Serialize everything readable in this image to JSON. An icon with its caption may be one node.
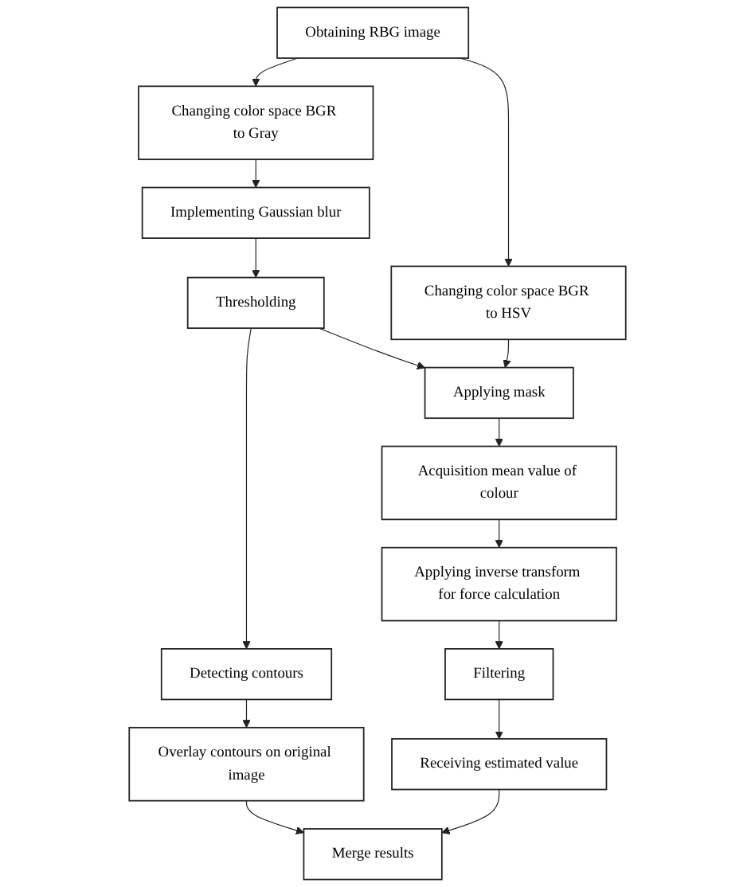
{
  "diagram": {
    "nodes": [
      {
        "text": [
          "Obtaining RBG image"
        ]
      },
      {
        "text": [
          "Changing color space BGR to Gray"
        ]
      },
      {
        "text": [
          "Changing color space BGR to HSV"
        ]
      },
      {
        "text": [
          "Implementing Gaussian blur"
        ]
      },
      {
        "text": [
          "Thresholding"
        ]
      },
      {
        "text": [
          "Detecting contours"
        ]
      },
      {
        "text": [
          "Applying mask"
        ]
      },
      {
        "text": [
          "Acquisition mean value of colour"
        ]
      },
      {
        "text": [
          "Applying inverse transform for force calculation"
        ]
      },
      {
        "text": [
          "Filtering"
        ]
      },
      {
        "text": [
          "Overlay contours on original image"
        ]
      },
      {
        "text": [
          "Receiving estimated value"
        ]
      },
      {
        "text": [
          "Merge results"
        ]
      }
    ],
    "edges": [
      {
        "from": 0,
        "to": 1,
        "arrow": "to"
      },
      {
        "from": 0,
        "to": 2,
        "arrow": "to"
      },
      {
        "from": 1,
        "to": 3,
        "arrow": "to"
      },
      {
        "from": 3,
        "to": 4,
        "arrow": "to"
      },
      {
        "from": 4,
        "to": 5,
        "arrow": "to"
      },
      {
        "from": 4,
        "to": 6,
        "arrow": "to"
      },
      {
        "from": 2,
        "to": 6,
        "arrow": "to"
      },
      {
        "from": 5,
        "to": 10,
        "arrow": "to"
      },
      {
        "from": 6,
        "to": 7,
        "arrow": "to"
      },
      {
        "from": 7,
        "to": 8,
        "arrow": "to"
      },
      {
        "from": 8,
        "to": 9,
        "arrow": "to"
      },
      {
        "from": 9,
        "to": 11,
        "arrow": "to"
      },
      {
        "from": 10,
        "to": 12,
        "arrow": "to"
      },
      {
        "from": 11,
        "to": 12,
        "arrow": "to"
      }
    ]
  }
}
